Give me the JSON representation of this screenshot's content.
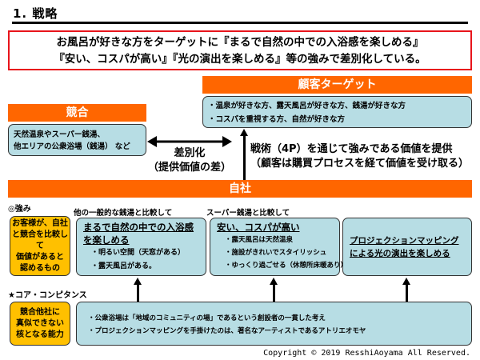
{
  "page": {
    "title": "1. 戦略",
    "summary": {
      "line1": "お風呂が好きな方をターゲットに『まるで自然の中での入浴感を楽しめる』",
      "line2": "『安い、コスパが高い』『光の演出を楽しめる』等の強みで差別化している。"
    },
    "target": {
      "header": "顧客ターゲット",
      "items": [
        "・温泉が好きな方、露天風呂が好きな方、銭湯が好きな方",
        "・コスパを重視する方、自然が好きな方"
      ]
    },
    "competition": {
      "header": "競合",
      "lines": [
        "天然温泉やスーパー銭湯、",
        "他エリアの公衆浴場（銭湯） など"
      ]
    },
    "differentiation": {
      "line1": "差別化",
      "line2": "（提供価値の差）"
    },
    "tactics": {
      "line1": "戦術（4P）を通じて強みである価値を提供",
      "line2": "（顧客は購買プロセスを経て価値を受け取る）"
    },
    "company": {
      "header": "自社"
    },
    "strengths": {
      "label": "◎強み",
      "definition": [
        "お客様が、自社",
        "と競合を比較して",
        "価値があると",
        "認めるもの"
      ],
      "comparisons": [
        "他の一般的な銭湯と比較して",
        "スーパー銭湯と比較して"
      ],
      "cards": [
        {
          "heading": "まるで自然の中での入浴感を楽しめる",
          "items": [
            "・明るい空間（天窓がある）",
            "・露天風呂がある。"
          ]
        },
        {
          "heading": "安い、コスパが高い",
          "items": [
            "・露天風呂は天然温泉",
            "・施設がきれいでスタイリッシュ",
            "・ゆっくり過ごせる（休憩所床暖あり）"
          ]
        },
        {
          "heading": "プロジェクションマッピングによる光の演出を楽しめる",
          "items": []
        }
      ]
    },
    "core": {
      "label": "★コア・コンピタンス",
      "definition": [
        "競合他社に",
        "真似できない",
        "核となる能力"
      ],
      "items": [
        "・公衆浴場は「地域のコミュニティの場」であるという創設者の一貫した考え",
        "・プロジェクションマッピングを手掛けたのは、著名なアーティストであるアトリエオモヤ"
      ]
    },
    "copyright": "Copyright © 2019 ResshiAoyama All  Reserved.",
    "colors": {
      "orange": "#ff6600",
      "light_blue": "#b7dde4",
      "yellow": "#ffc000",
      "red_border": "#e8141b"
    }
  }
}
